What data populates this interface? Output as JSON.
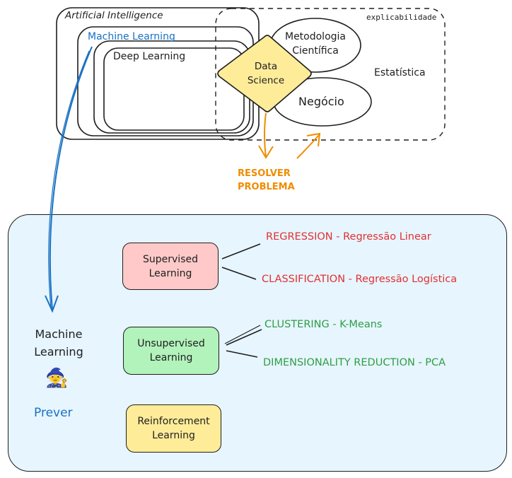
{
  "ai_diagram": {
    "artificial_intelligence": "Artificial Intelligence",
    "machine_learning": "Machine Learning",
    "deep_learning": "Deep Learning",
    "data_science": "Data\nScience",
    "explicabilidade": "explicabilidade",
    "metodologia": "Metodologia\nCientífica",
    "estatistica": "Estatística",
    "negocio": "Negócio",
    "resolver": "RESOLVER\nPROBLEMA"
  },
  "ml_panel": {
    "title": "Machine\nLearning",
    "mascot_icon": "🧙",
    "prever": "Prever",
    "supervised": {
      "label": "Supervised\nLearning",
      "items": [
        "REGRESSION - Regressão Linear",
        "CLASSIFICATION - Regressão Logística"
      ]
    },
    "unsupervised": {
      "label": "Unsupervised\nLearning",
      "items": [
        "CLUSTERING - K-Means",
        "DIMENSIONALITY REDUCTION - PCA"
      ]
    },
    "reinforcement": {
      "label": "Reinforcement\nLearning"
    }
  },
  "colors": {
    "blue": "#1971c2",
    "orange": "#f08c00",
    "red": "#e03131",
    "green": "#2f9e44",
    "panel_bg": "#e7f5ff",
    "supervised_bg": "#ffc9c9",
    "unsupervised_bg": "#b2f2bb",
    "reinforcement_bg": "#ffec99",
    "diamond_bg": "#ffec99"
  }
}
